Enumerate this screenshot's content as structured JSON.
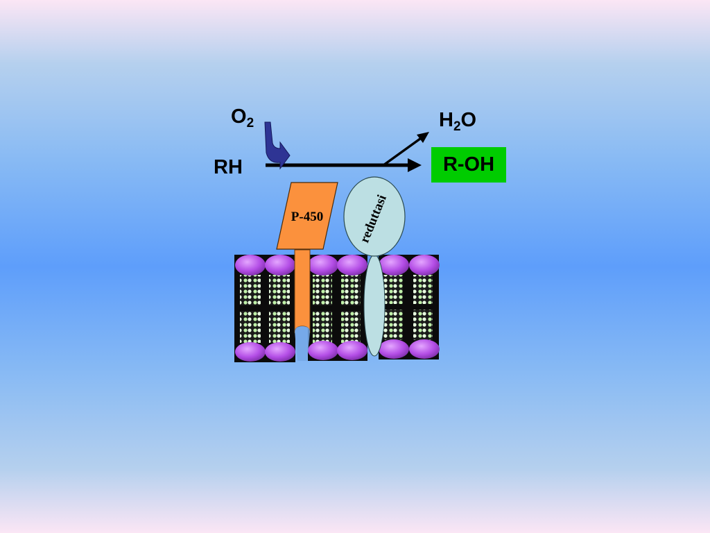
{
  "reaction": {
    "oxygen": {
      "main": "O",
      "sub": "2"
    },
    "water": {
      "main": "H",
      "sub": "2",
      "tail": "O"
    },
    "substrate": "RH",
    "product": "R-OH"
  },
  "enzymes": {
    "p450_label": "P-450",
    "reductase_label": "reduttasi"
  },
  "colors": {
    "product_box": "#00cc00",
    "p450": "#fb913d",
    "reductase": "#bcdfe3",
    "lipid_head": "#b44ee6",
    "oxygen_arrow": "#2e3494"
  }
}
